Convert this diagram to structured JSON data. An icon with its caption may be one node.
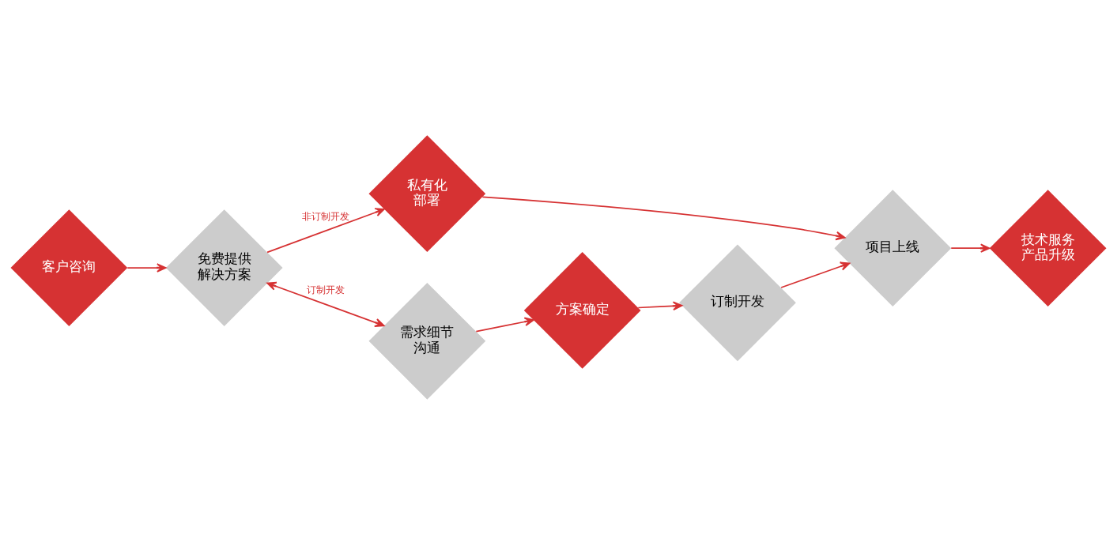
{
  "diagram": {
    "nodes": [
      {
        "text": [
          "客户咨询"
        ]
      },
      {
        "text": [
          "免费提供解决方案"
        ]
      },
      {
        "text": [
          "私有化部署"
        ]
      },
      {
        "text": [
          "需求细节沟通"
        ]
      },
      {
        "text": [
          "方案确定"
        ]
      },
      {
        "text": [
          "订制开发"
        ]
      },
      {
        "text": [
          "项目上线"
        ]
      },
      {
        "text": [
          "技术服务产品升级"
        ]
      }
    ],
    "edges": [
      {
        "from": 0,
        "to": 1,
        "arrow": "to"
      },
      {
        "from": 1,
        "to": 2,
        "arrow": "to",
        "label": "非订制开发"
      },
      {
        "from": 1,
        "to": 3,
        "arrow": "both",
        "label": "订制开发"
      },
      {
        "from": 3,
        "to": 4,
        "arrow": "to"
      },
      {
        "from": 2,
        "to": 6,
        "arrow": "to"
      },
      {
        "from": 4,
        "to": 5,
        "arrow": "to"
      },
      {
        "from": 5,
        "to": 6,
        "arrow": "to"
      },
      {
        "from": 6,
        "to": 7,
        "arrow": "to"
      }
    ]
  }
}
